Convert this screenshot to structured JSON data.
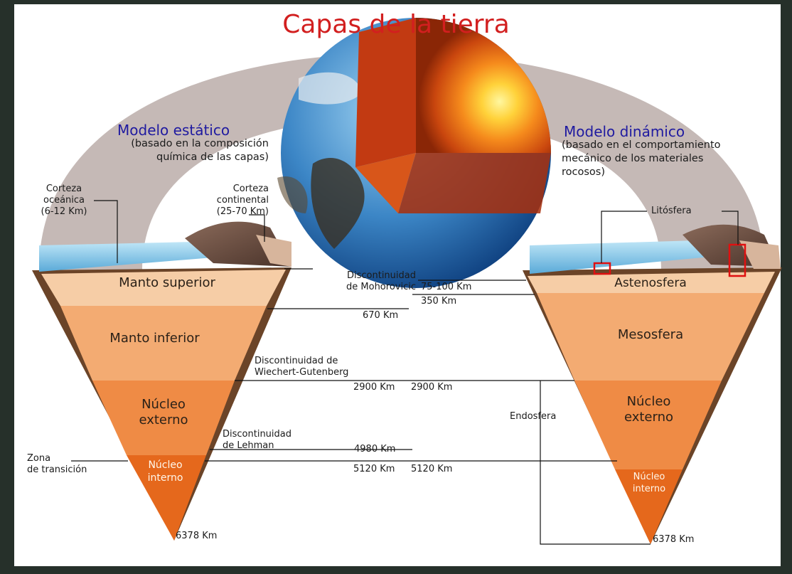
{
  "title": "Capas de la tierra",
  "static_model": {
    "title": "Modelo estático",
    "subtitle": [
      "(basado en la composición",
      "química de las capas)"
    ],
    "crust_oceanic": [
      "Corteza",
      "oceánica",
      "(6-12 Km)"
    ],
    "crust_continental": [
      "Corteza",
      "continental",
      "(25-70 Km)"
    ],
    "layers": {
      "upper_mantle": "Manto superior",
      "lower_mantle": "Manto inferior",
      "outer_core": [
        "Núcleo",
        "externo"
      ],
      "inner_core": [
        "Núcleo",
        "interno"
      ]
    },
    "transition_zone": [
      "Zona",
      "de transición"
    ],
    "center_depth": "6378 Km"
  },
  "dynamic_model": {
    "title": "Modelo dinámico",
    "subtitle": [
      "(basado en el comportamiento",
      "mecánico de los materiales",
      "rocosos)"
    ],
    "lithosphere": "Litósfera",
    "layers": {
      "asthenosphere": "Astenosfera",
      "mesosphere": "Mesosfera",
      "outer_core": [
        "Núcleo",
        "externo"
      ],
      "inner_core": [
        "Núcleo",
        "interno"
      ]
    },
    "endosphere": "Endosfera",
    "center_depth": "6378 Km"
  },
  "discontinuities": {
    "mohorovicic": [
      "Discontinuidad",
      "de Mohorovicic"
    ],
    "wiechert_gutenberg": [
      "Discontinuidad de",
      "Wiechert-Gutenberg"
    ],
    "lehman": [
      "Discontinuidad",
      "de Lehman"
    ]
  },
  "depths": {
    "d75_100": "75-100 Km",
    "d350": "350 Km",
    "d670": "670 Km",
    "d2900_left": "2900 Km",
    "d2900_right": "2900 Km",
    "d4980": "4980 Km",
    "d5120_left": "5120 Km",
    "d5120_right": "5120 Km"
  },
  "colors": {
    "title": "#d21f1f",
    "model_title": "#1f1aa0",
    "arch": "#c5b9b6",
    "upper_mantle": "#f6cda6",
    "lower_mantle": "#f3ab72",
    "outer_core": "#ef8b45",
    "inner_core": "#e5681c",
    "ocean": "#8ec9ea",
    "lithosphere_box": "#e01010"
  }
}
